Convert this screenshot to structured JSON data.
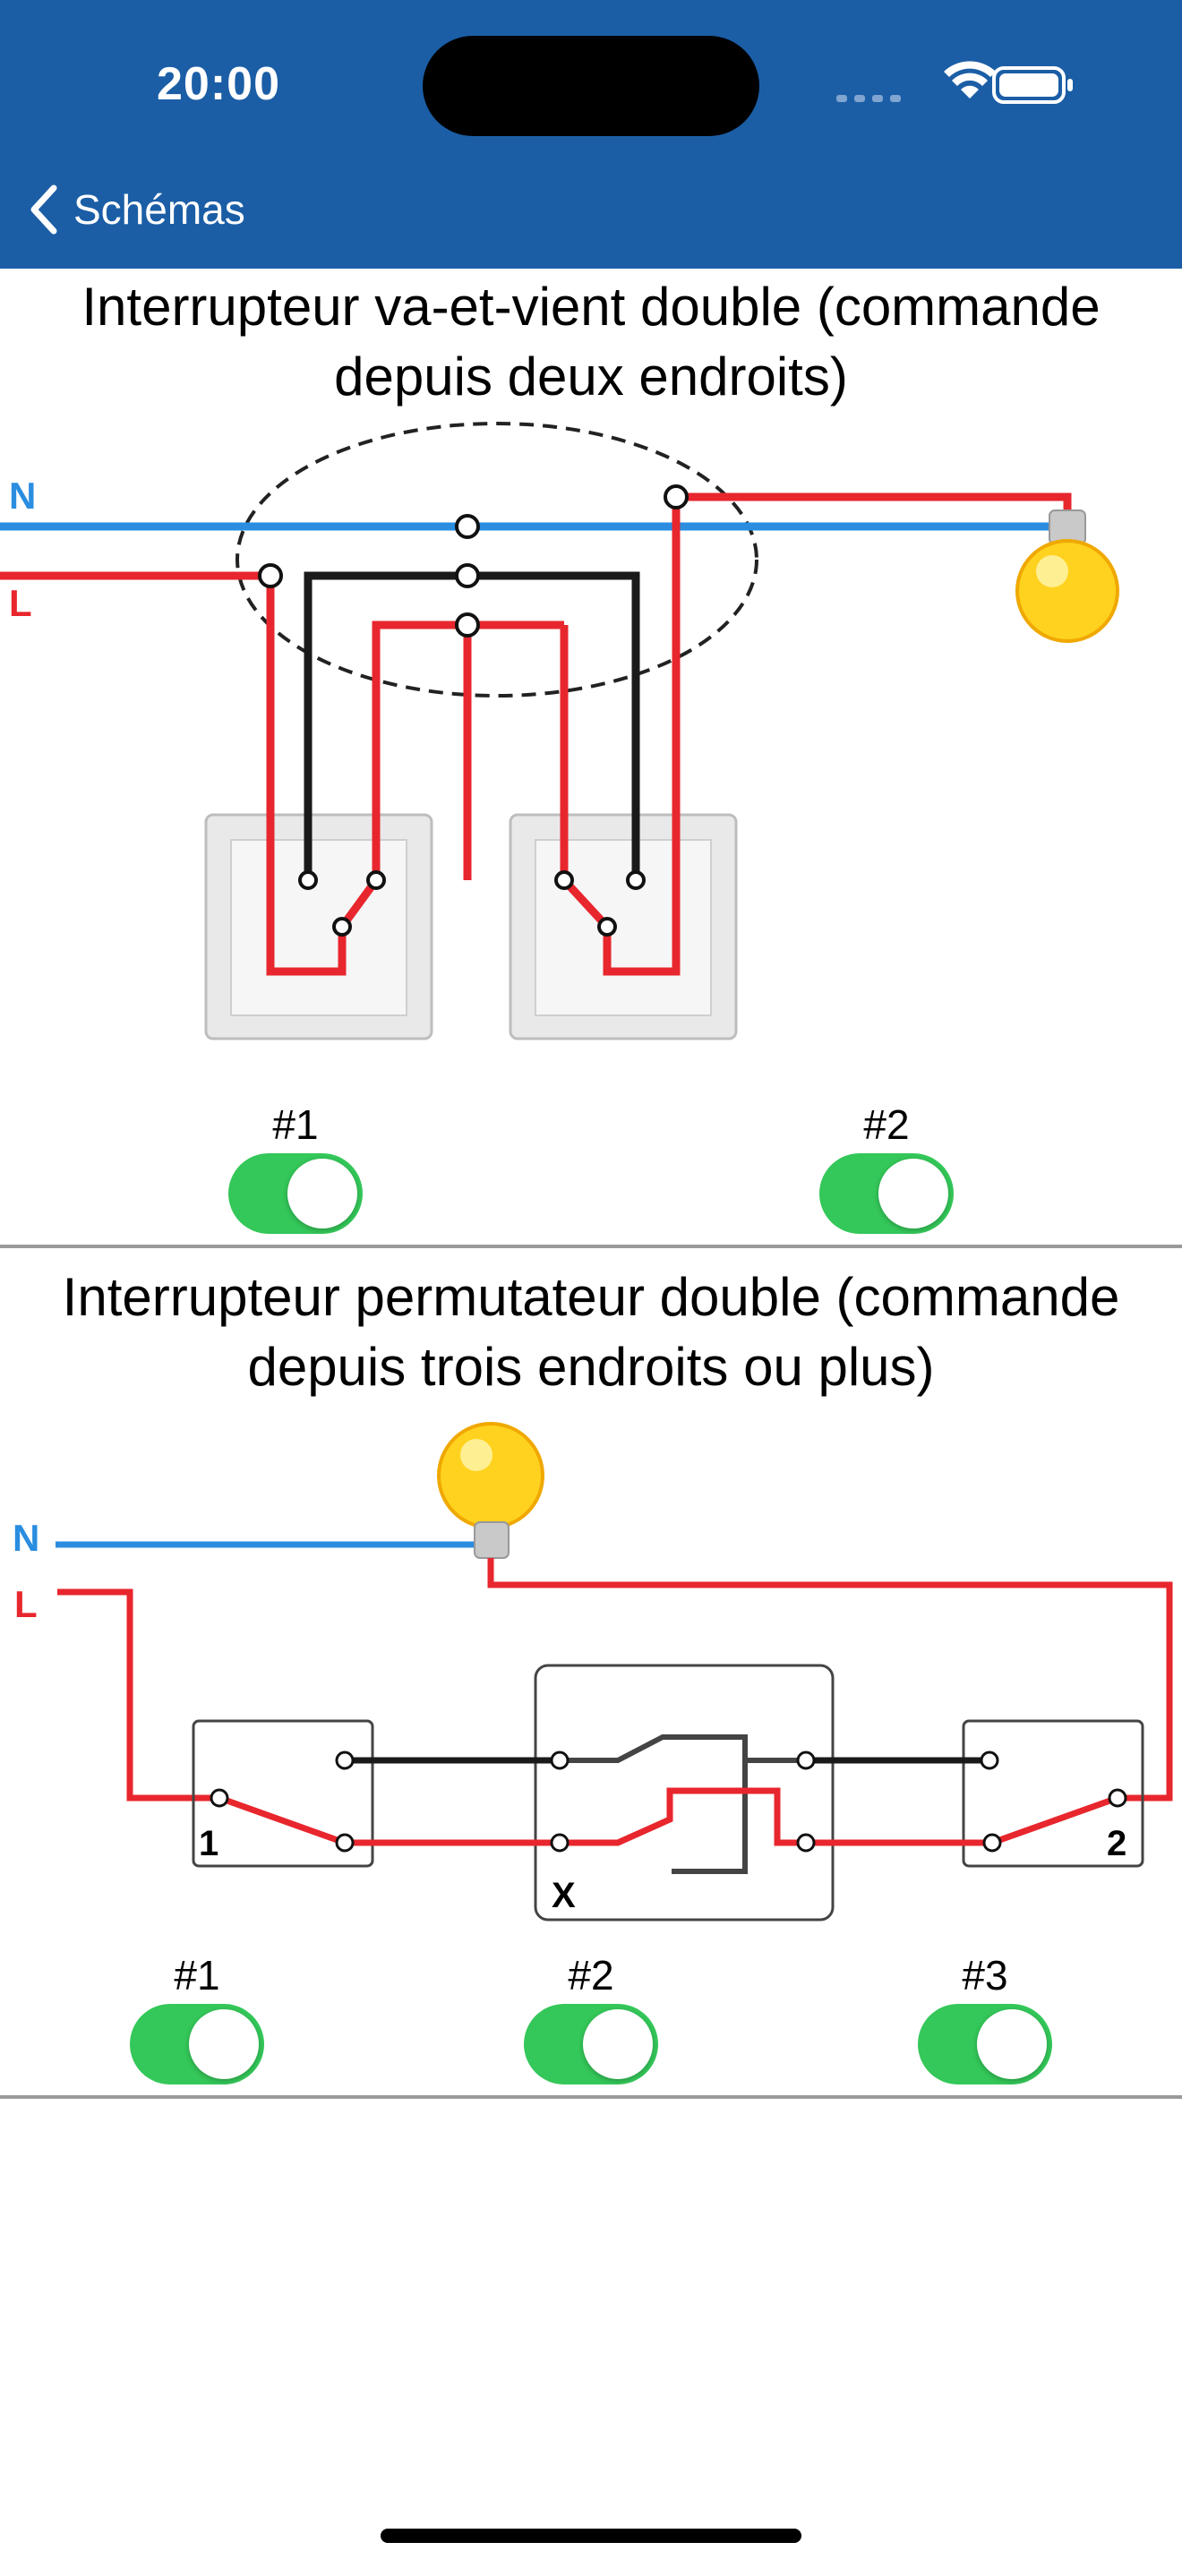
{
  "status_bar": {
    "time": "20:00",
    "icons": [
      "signal-icon",
      "wifi-icon",
      "battery-icon"
    ]
  },
  "nav": {
    "back_label": "Schémas"
  },
  "section1": {
    "title_line1": "Interrupteur va-et-vient double (commande",
    "title_line2": "depuis deux endroits)",
    "diagram": {
      "neutral_label": "N",
      "live_label": "L"
    },
    "switches": [
      {
        "label": "#1",
        "on": true
      },
      {
        "label": "#2",
        "on": true
      }
    ]
  },
  "section2": {
    "title_line1": "Interrupteur permutateur double (commande",
    "title_line2": "depuis trois endroits ou plus)",
    "diagram": {
      "neutral_label": "N",
      "live_label": "L",
      "switch1_label": "1",
      "permutator_label": "X",
      "switch2_label": "2"
    },
    "switches": [
      {
        "label": "#1",
        "on": true
      },
      {
        "label": "#2",
        "on": true
      },
      {
        "label": "#3",
        "on": true
      }
    ]
  },
  "colors": {
    "header_bg": "#1b5ea6",
    "toggle_on": "#34c759",
    "wire_live": "#e8262d",
    "wire_neutral": "#2a8de0",
    "wire_black": "#1a1a1a"
  }
}
